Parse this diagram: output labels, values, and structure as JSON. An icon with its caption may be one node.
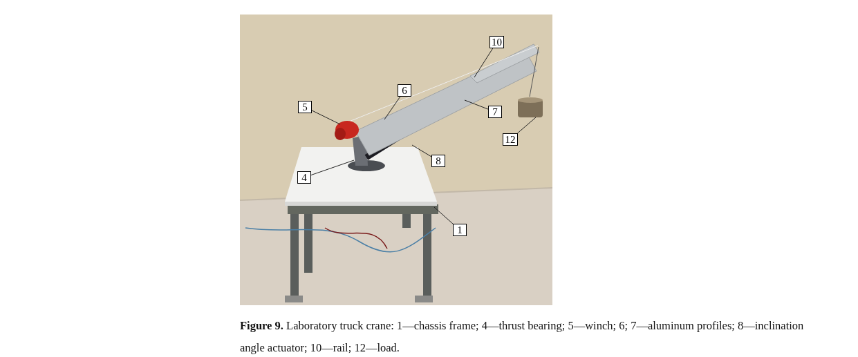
{
  "diagram": {
    "caption": "**Figure 9.** Laboratory truck crane: 1—chassis frame; 4—thrust bearing; 5—winch; 6; 7—aluminum profiles; 8—inclination angle actuator; 10—rail; 12—load.",
    "nodes": [
      {
        "text": [
          "10"
        ]
      },
      {
        "text": [
          "6"
        ]
      },
      {
        "text": [
          "5"
        ]
      },
      {
        "text": [
          "7"
        ]
      },
      {
        "text": [
          "12"
        ]
      },
      {
        "text": [
          "8"
        ]
      },
      {
        "text": [
          "4"
        ]
      },
      {
        "text": [
          "1"
        ]
      }
    ],
    "edges": [
      {
        "from": 0,
        "to": null,
        "arrow": "none"
      },
      {
        "from": 1,
        "to": null,
        "arrow": "none"
      },
      {
        "from": 2,
        "to": null,
        "arrow": "none"
      },
      {
        "from": 3,
        "to": null,
        "arrow": "none"
      },
      {
        "from": 4,
        "to": null,
        "arrow": "none"
      },
      {
        "from": 5,
        "to": null,
        "arrow": "none"
      },
      {
        "from": 6,
        "to": null,
        "arrow": "none"
      },
      {
        "from": 7,
        "to": null,
        "arrow": "none"
      }
    ]
  }
}
